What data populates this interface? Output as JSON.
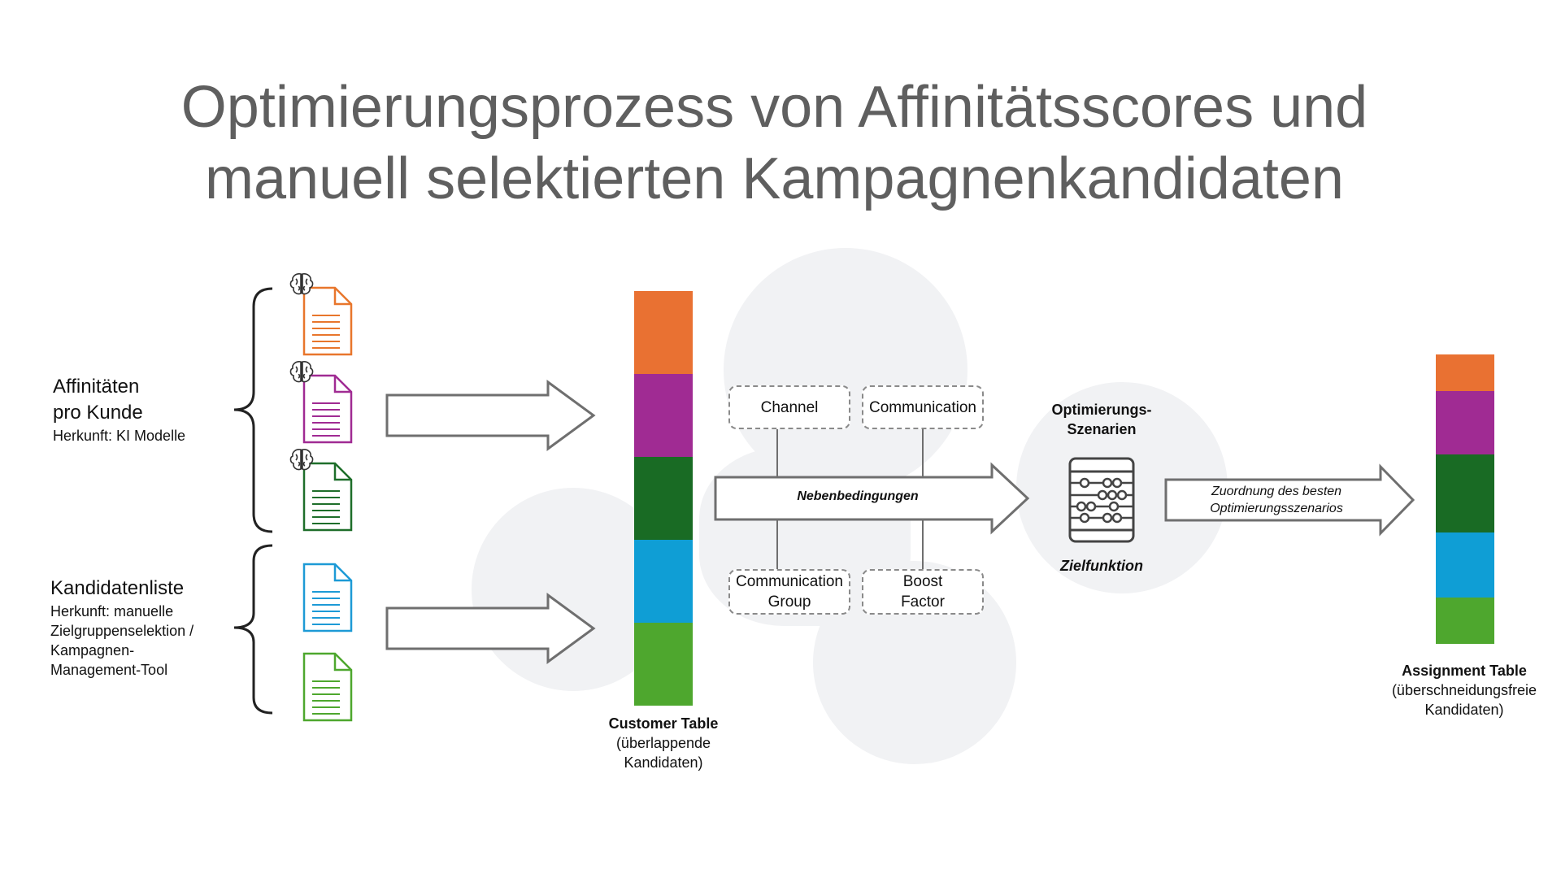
{
  "title": {
    "line1": "Optimierungsprozess von Affinitätsscores und",
    "line2": "manuell selektierten Kampagnenkandidaten"
  },
  "inputs": {
    "affinities": {
      "heading_line1": "Affinitäten",
      "heading_line2": "pro Kunde",
      "origin": "Herkunft: KI Modelle",
      "documents": [
        {
          "color": "#e8762c",
          "icon": "document-with-brain-icon"
        },
        {
          "color": "#a02b93",
          "icon": "document-with-brain-icon"
        },
        {
          "color": "#1e6e2a",
          "icon": "document-with-brain-icon"
        }
      ]
    },
    "candidates": {
      "heading": "Kandidatenliste",
      "origin_line1": "Herkunft: manuelle",
      "origin_line2": "Zielgruppenselektion /",
      "origin_line3": "Kampagnen-",
      "origin_line4": "Management-Tool",
      "documents": [
        {
          "color": "#1d9ad6",
          "icon": "document-icon"
        },
        {
          "color": "#4ea72e",
          "icon": "document-icon"
        }
      ]
    }
  },
  "customer_table": {
    "label": "Customer Table",
    "sub_line1": "(überlappende",
    "sub_line2": "Kandidaten)",
    "segments": [
      {
        "color": "#e97132",
        "share": 0.2
      },
      {
        "color": "#a02b93",
        "share": 0.2
      },
      {
        "color": "#196b24",
        "share": 0.2
      },
      {
        "color": "#0f9ed5",
        "share": 0.2
      },
      {
        "color": "#4ea72e",
        "share": 0.2
      }
    ]
  },
  "constraints": {
    "arrow_label": "Nebenbedingungen",
    "channel": "Channel",
    "communication": "Communication",
    "communication_group_line1": "Communication",
    "communication_group_line2": "Group",
    "boost_factor_line1": "Boost",
    "boost_factor_line2": "Factor"
  },
  "optimization": {
    "label_line1": "Optimierungs-",
    "label_line2": "Szenarien",
    "objective": "Zielfunktion",
    "icon": "abacus-icon"
  },
  "assignment_arrow": {
    "label_line1": "Zuordnung des besten",
    "label_line2": "Optimierungsszenarios"
  },
  "assignment_table": {
    "label": "Assignment Table",
    "sub_line1": "(überschneidungsfreie",
    "sub_line2": "Kandidaten)",
    "segments": [
      {
        "color": "#e97132",
        "share": 0.125
      },
      {
        "color": "#a02b93",
        "share": 0.22
      },
      {
        "color": "#196b24",
        "share": 0.27
      },
      {
        "color": "#0f9ed5",
        "share": 0.225
      },
      {
        "color": "#4ea72e",
        "share": 0.16
      }
    ]
  },
  "colors": {
    "arrow_stroke": "#6f6f6f",
    "bracket": "#222222",
    "background_logo": "#f1f2f4"
  }
}
